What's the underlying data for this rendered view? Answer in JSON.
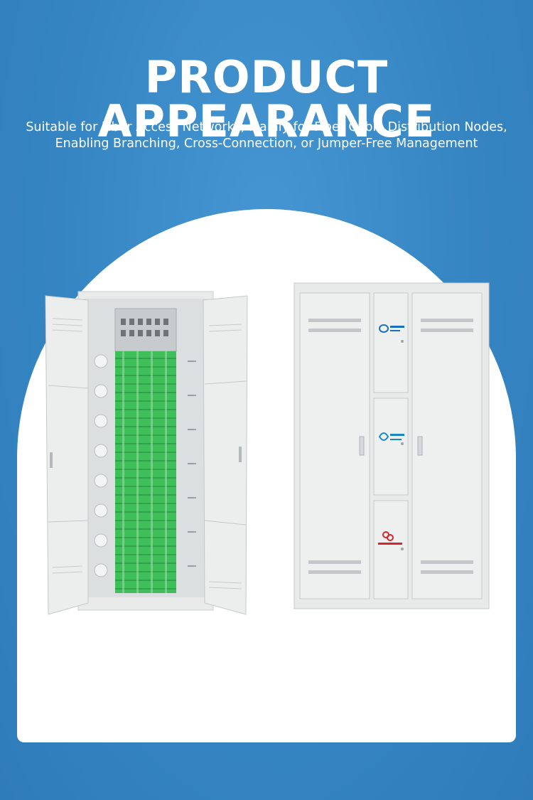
{
  "page": {
    "title": "PRODUCT APPEARANCE",
    "subtitle_lines": [
      "Suitable for Fiber Access Networks, Mainly for Fiber Cable Distribution Nodes,",
      "Enabling Branching, Cross-Connection, or Jumper-Free Management"
    ]
  },
  "colors": {
    "background": "#3a8bc8",
    "panel": "#ffffff",
    "cabinet": "#e6e8e8",
    "fiber_green": "#3fbf5a"
  },
  "images": [
    {
      "name": "open-fiber-distribution-cabinet"
    },
    {
      "name": "closed-fiber-distribution-cabinet",
      "logos": [
        "china-telecom-logo",
        "china-mobile-logo",
        "china-unicom-logo"
      ]
    }
  ]
}
